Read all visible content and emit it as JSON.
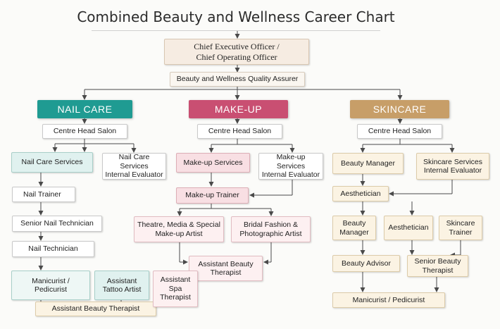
{
  "title": "Combined Beauty and Wellness Career Chart",
  "top": {
    "exec": "Chief Executive Officer /\nChief Operating Officer",
    "qa": "Beauty and Wellness Quality Assurer"
  },
  "headers": {
    "nail": "NAIL CARE",
    "makeup": "MAKE-UP",
    "skin": "SKINCARE"
  },
  "nail": {
    "centre_head": "Centre Head Salon",
    "services": "Nail Care Services",
    "evaluator": "Nail Care Services\nInternal Evaluator",
    "trainer": "Nail Trainer",
    "senior_tech": "Senior Nail Technician",
    "tech": "Nail Technician",
    "manicurist": "Manicurist  /\nPedicurist",
    "tattoo": "Assistant\nTattoo Artist",
    "assistant_therapist": "Assistant Beauty Therapist"
  },
  "makeup": {
    "centre_head": "Centre Head Salon",
    "services": "Make-up Services",
    "evaluator": "Make-up Services\nInternal Evaluator",
    "trainer": "Make-up Trainer",
    "theatre": "Theatre, Media & Special\nMake-up Artist",
    "bridal": "Bridal Fashion &\nPhotographic Artist",
    "assistant_therapist": "Assistant Beauty\nTherapist",
    "spa": "Assistant\nSpa\nTherapist"
  },
  "skin": {
    "centre_head": "Centre Head Salon",
    "manager": "Beauty Manager",
    "evaluator": "Skincare Services\nInternal Evaluator",
    "aesthetician": "Aesthetician",
    "manager2": "Beauty\nManager",
    "aesthetician2": "Aesthetician",
    "trainer": "Skincare\nTrainer",
    "advisor": "Beauty Advisor",
    "senior_therapist": "Senior Beauty\nTherapist",
    "manicurist": "Manicurist / Pedicurist"
  },
  "colors": {
    "nail": "#1f9b92",
    "makeup": "#c94f72",
    "skin": "#c79e68",
    "line": "#4a4a4a"
  }
}
